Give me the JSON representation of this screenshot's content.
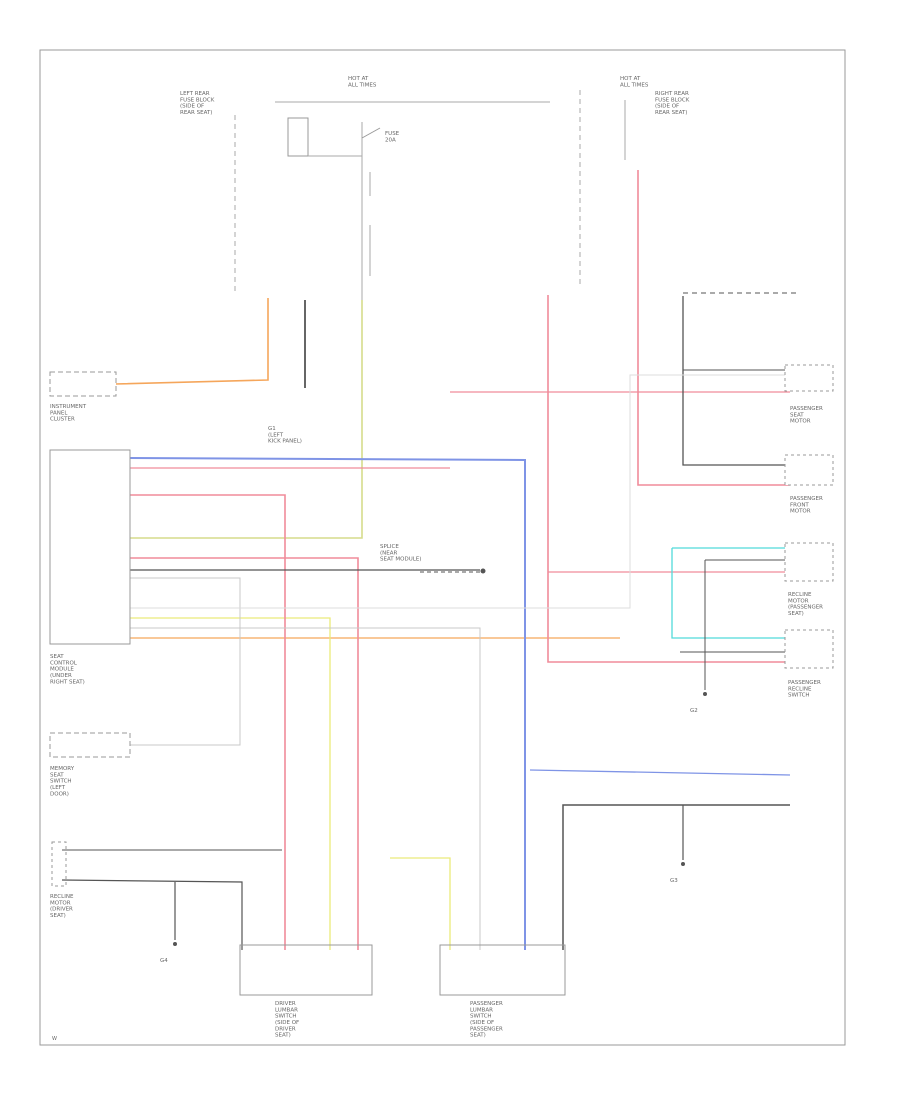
{
  "labels": {
    "hot_at_all_times_top": "HOT AT\nALL TIMES",
    "hot_at_all_times_right": "HOT AT\nALL TIMES",
    "left_fuse_block": "LEFT REAR\nFUSE BLOCK\n(SIDE OF\nREAR SEAT)",
    "right_fuse_block": "RIGHT REAR\nFUSE BLOCK\n(SIDE OF\nREAR SEAT)",
    "fuse_20a": "FUSE\n20A",
    "instrument_panel": "INSTRUMENT\nPANEL\nCLUSTER",
    "seat_control_module": "SEAT\nCONTROL\nMODULE\n(UNDER\nRIGHT SEAT)",
    "memory_seat_switch": "MEMORY\nSEAT\nSWITCH\n(LEFT\nDOOR)",
    "ground_g1": "G1\n(LEFT\nKICK PANEL)",
    "junction_splice": "SPLICE\n(NEAR\nSEAT MODULE)",
    "recline_motor_left": "RECLINE\nMOTOR\n(DRIVER\nSEAT)",
    "driver_lumbar_switch": "DRIVER\nLUMBAR\nSWITCH\n(SIDE OF\nDRIVER\nSEAT)",
    "passenger_lumbar_switch": "PASSENGER\nLUMBAR\nSWITCH\n(SIDE OF\nPASSENGER\nSEAT)",
    "passenger_seat_motor": "PASSENGER\nSEAT\nMOTOR",
    "passenger_front_motor": "PASSENGER\nFRONT\nMOTOR",
    "recline_motor_right": "RECLINE\nMOTOR\n(PASSENGER\nSEAT)",
    "passenger_recline_switch": "PASSENGER\nRECLINE\nSWITCH",
    "ground_g2": "G2",
    "ground_g3": "G3",
    "ground_g4": "G4",
    "footer_code": "W"
  },
  "wire_colors": {
    "pink": "#f08c9a",
    "orange": "#f5a65b",
    "yellow": "#eaea7a",
    "olive": "#d6dc8c",
    "blue": "#7f94e6",
    "cyan": "#52dada",
    "black": "#555555",
    "gray": "#c8c8c8"
  }
}
